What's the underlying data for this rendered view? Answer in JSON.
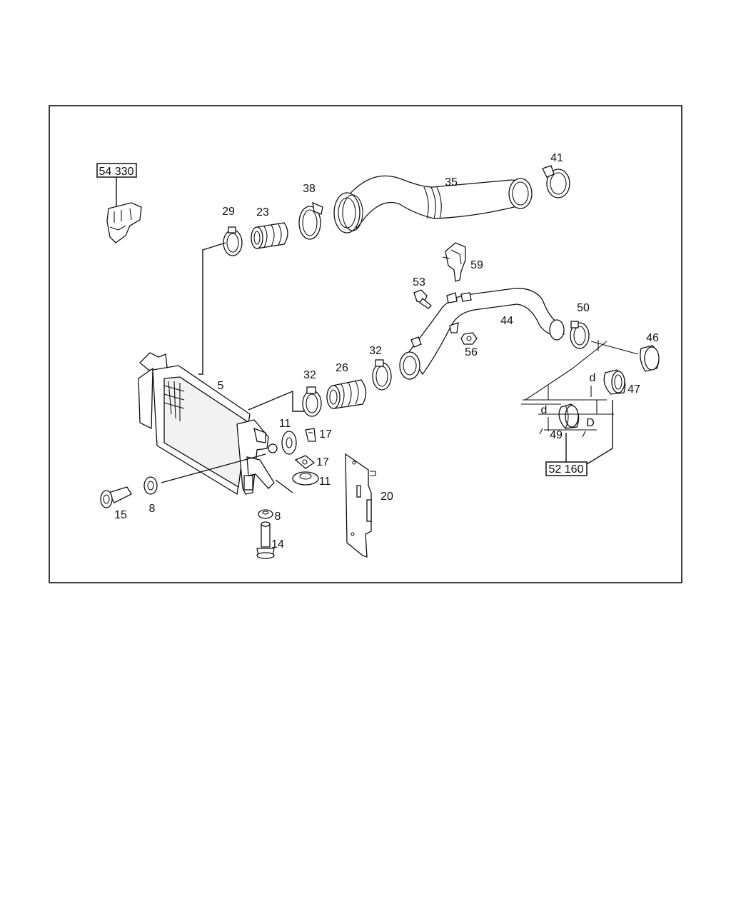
{
  "references": {
    "ref_54330": "54 330",
    "ref_52160": "52 160"
  },
  "callouts": {
    "c5": "5",
    "c8a": "8",
    "c8b": "8",
    "c11a": "11",
    "c11b": "11",
    "c14": "14",
    "c15": "15",
    "c17a": "17",
    "c17b": "17",
    "c20": "20",
    "c23": "23",
    "c26": "26",
    "c29": "29",
    "c32a": "32",
    "c32b": "32",
    "c35": "35",
    "c38": "38",
    "c41": "41",
    "c44": "44",
    "c46": "46",
    "c47": "47",
    "c49": "49",
    "c50": "50",
    "c53": "53",
    "c56": "56",
    "c59": "59"
  },
  "dimensions": {
    "d_upper": "d",
    "d_lower": "d",
    "D_outer": "D"
  }
}
